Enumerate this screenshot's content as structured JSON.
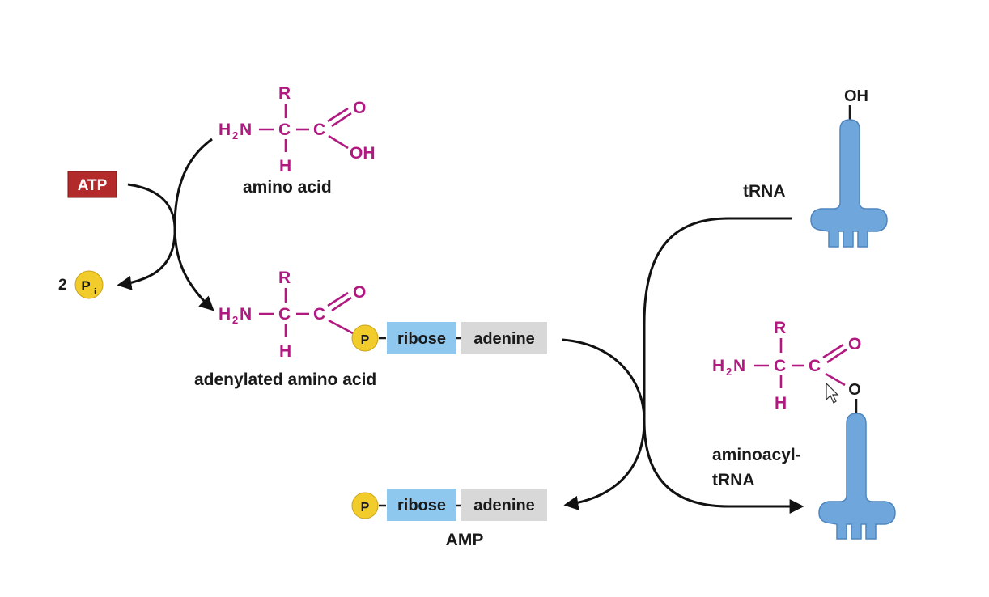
{
  "labels": {
    "atp": "ATP",
    "two": "2",
    "pi_p": "P",
    "pi_i": "i",
    "amino_acid": "amino acid",
    "adenylated": "adenylated amino acid",
    "trna": "tRNA",
    "aminoacyl_1": "aminoacyl-",
    "aminoacyl_2": "tRNA",
    "amp": "AMP",
    "oh_top": "OH"
  },
  "chem": {
    "r": "R",
    "h2n_h": "H",
    "h2n_2": "2",
    "h2n_n": "N",
    "c": "C",
    "h": "H",
    "o": "O",
    "oh": "OH",
    "o_link": "O"
  },
  "blocks": {
    "p": "P",
    "ribose": "ribose",
    "adenine": "adenine"
  },
  "colors": {
    "magenta": "#b0197f",
    "atp_red": "#b22a2a",
    "phosphate_yellow": "#f2cc2a",
    "ribose_blue": "#8ec8ef",
    "adenine_gray": "#d8d8d8",
    "trna_blue": "#6fa6db"
  }
}
